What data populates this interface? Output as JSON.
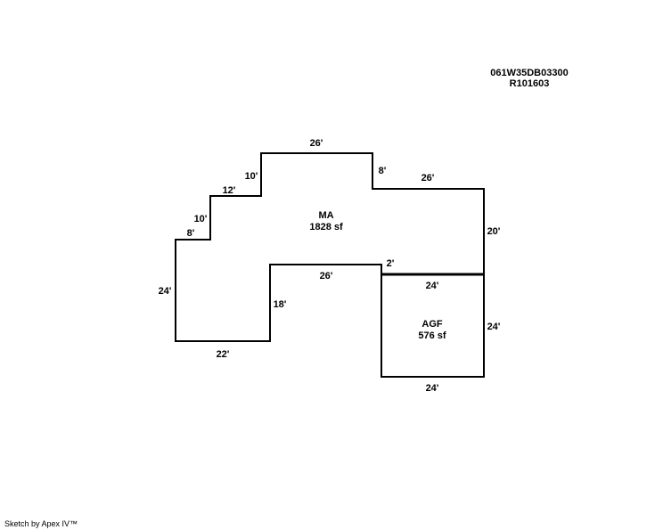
{
  "header": {
    "parcel_id": "061W35DB03300",
    "account": "R101603"
  },
  "areas": [
    {
      "code": "MA",
      "area": "1828 sf"
    },
    {
      "code": "AGF",
      "area": "576 sf"
    }
  ],
  "dimensions": {
    "ma_top": "26'",
    "ma_step_down": "8'",
    "ma_right_top": "26'",
    "ma_right": "20'",
    "ma_step1_v": "10'",
    "ma_step1_h": "12'",
    "ma_step2_v": "10'",
    "ma_step2_h": "8'",
    "ma_left": "24'",
    "ma_bottom": "22'",
    "ma_inner_v": "18'",
    "ma_inner_h": "26'",
    "ma_notch": "2'",
    "agf_top": "24'",
    "agf_right": "24'",
    "agf_bottom": "24'"
  },
  "footer": {
    "credit": "Sketch by Apex IV™"
  }
}
